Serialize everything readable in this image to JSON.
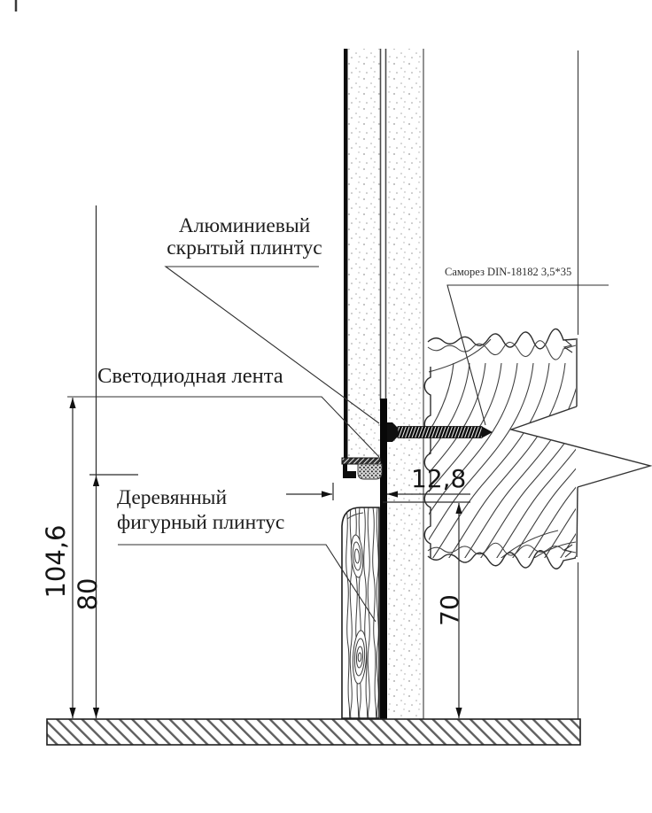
{
  "labels": {
    "aluminum": {
      "line1": "Алюминиевый",
      "line2": "скрытый плинтус"
    },
    "led": "Светодиодная лента",
    "wood": {
      "line1": "Деревянный",
      "line2": "фигурный плинтус"
    },
    "screw": "Саморез DIN-18182 3,5*35"
  },
  "dimensions": {
    "overall_height": "104,6",
    "recess_height": "80",
    "plinth_height": "70",
    "recess_depth": "12,8"
  },
  "colors": {
    "ink": "#1c1c1c",
    "thin_line": "#4a4a4a",
    "thick_line": "#0b0b0b",
    "stipple_dot": "#9a9a9a",
    "hatch_line": "#5f5f5f"
  }
}
